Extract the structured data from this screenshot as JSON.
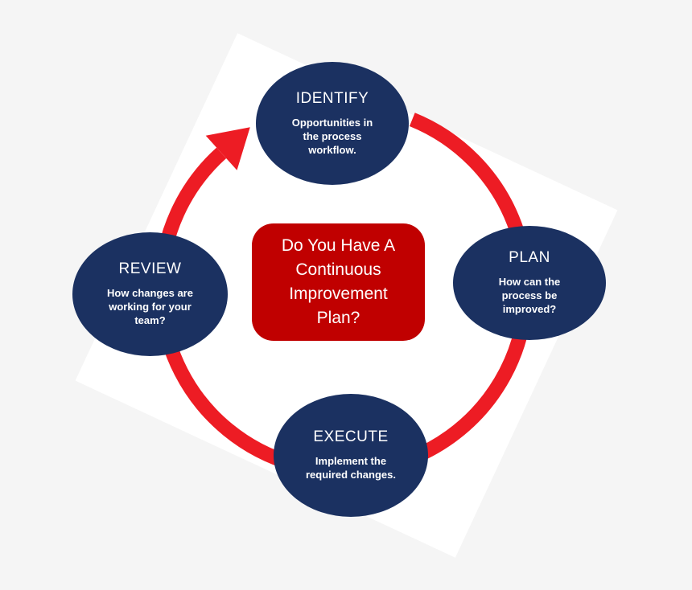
{
  "colors": {
    "page_background": "#f5f5f5",
    "backdrop": "#ffffff",
    "step_fill": "#1b3161",
    "arrow_red": "#ed1c24",
    "question_fill": "#c00000",
    "text": "#ffffff"
  },
  "question_box": {
    "lines": [
      "Do You Have A",
      "Continuous",
      "Improvement",
      "Plan?"
    ]
  },
  "steps": [
    {
      "title": "IDENTIFY",
      "lines": [
        "Opportunities in",
        "the process",
        "workflow."
      ]
    },
    {
      "title": "PLAN",
      "lines": [
        "How can the",
        "process be",
        "improved?"
      ]
    },
    {
      "title": "EXECUTE",
      "lines": [
        "Implement the",
        "required changes."
      ]
    },
    {
      "title": "REVIEW",
      "lines": [
        "How changes are",
        "working for your",
        "team?"
      ]
    }
  ],
  "arrow": {
    "type": "circular-arrow",
    "direction": "clockwise",
    "sequence": [
      "IDENTIFY",
      "PLAN",
      "EXECUTE",
      "REVIEW"
    ]
  }
}
